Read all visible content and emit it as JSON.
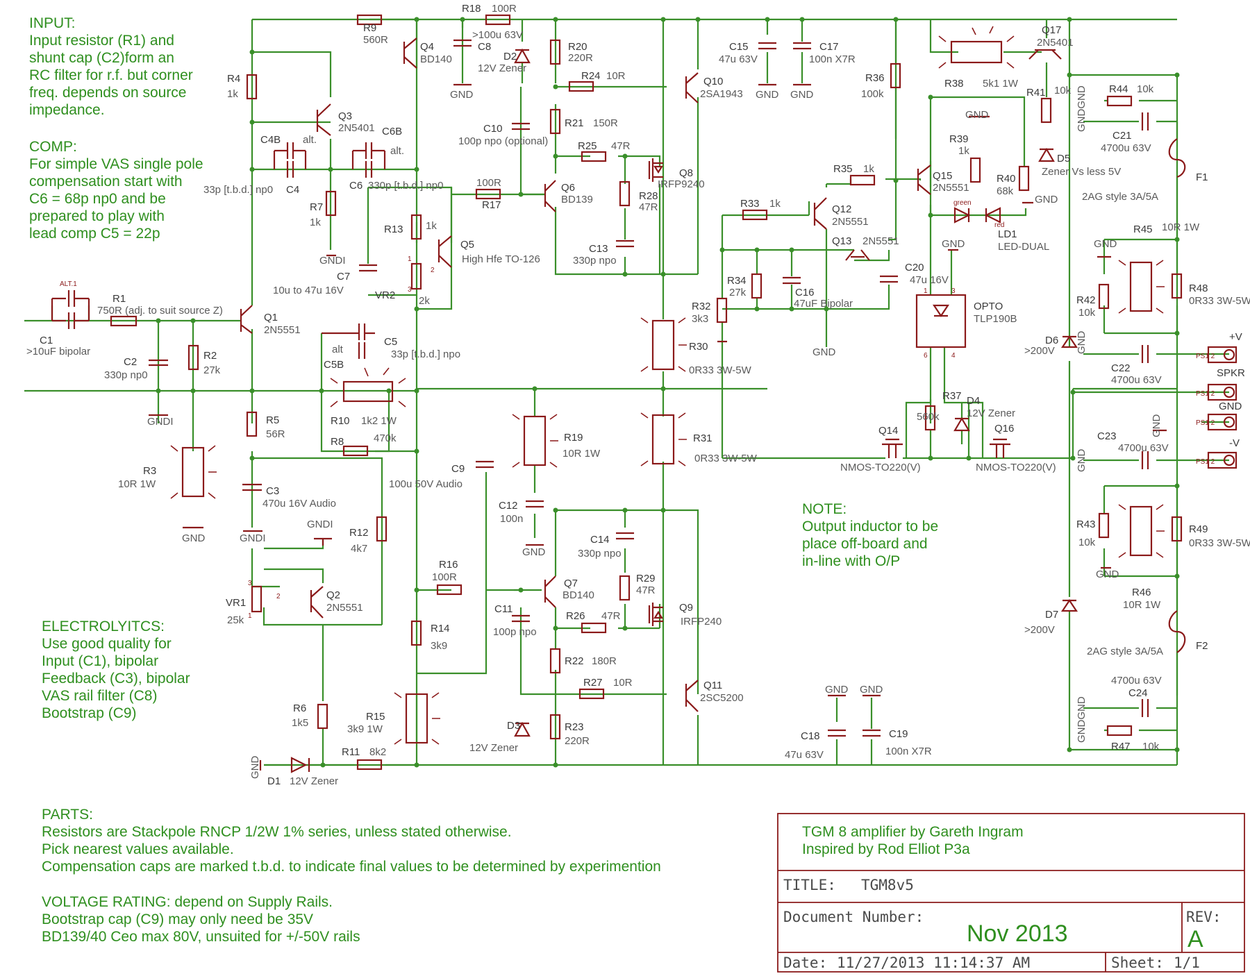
{
  "notes": {
    "input": [
      "INPUT:",
      "Input resistor (R1) and",
      "shunt cap (C2)form an",
      "RC filter for r.f. but corner",
      "freq. depends on source",
      "impedance."
    ],
    "comp": [
      "COMP:",
      "For simple VAS single pole",
      "compensation start with",
      "C6 = 68p np0 and be",
      "prepared to play with",
      "lead comp C5 = 22p"
    ],
    "electrolytics": [
      "ELECTROLYITCS:",
      "Use good quality for",
      "Input (C1), bipolar",
      "Feedback (C3), bipolar",
      "VAS rail filter (C8)",
      "Bootstrap (C9)"
    ],
    "parts": [
      "PARTS:",
      "Resistors are Stackpole RNCP 1/2W 1% series, unless stated otherwise.",
      "Pick nearest values available.",
      "Compensation caps are marked t.b.d. to indicate final values to be determined by experimention"
    ],
    "voltage": [
      "VOLTAGE RATING: depend on Supply Rails.",
      "Bootstrap cap (C9) may only need be 35V",
      "BD139/40 Ceo max 80V, unsuited for +/-50V rails"
    ],
    "output": [
      "NOTE:",
      "Output inductor to be",
      "place off-board and",
      " in-line with O/P"
    ]
  },
  "title_block": {
    "author_line": "TGM 8  amplifier by Gareth Ingram",
    "inspired_line": "Inspired by Rod Elliot P3a",
    "title_label": "TITLE:",
    "title_value": "TGM8v5",
    "docnum_label": "Document Number:",
    "docnum_value": "Nov 2013",
    "rev_label": "REV:",
    "rev_value": "A",
    "date_label": "Date:",
    "date_value": "11/27/2013 11:14:37 AM",
    "sheet_label": "Sheet:",
    "sheet_value": "1/1"
  },
  "components": {
    "R1": [
      "R1",
      "750R (adj. to suit source Z)"
    ],
    "C1": [
      "C1",
      ">10uF bipolar",
      "ALT.1"
    ],
    "C2": [
      "C2",
      "330p np0"
    ],
    "R2": [
      "R2",
      "27k"
    ],
    "R3": [
      "R3",
      "10R 1W"
    ],
    "Q1": [
      "Q1",
      "2N5551"
    ],
    "R4": [
      "R4",
      "1k"
    ],
    "R5": [
      "R5",
      "56R"
    ],
    "C3": [
      "C3",
      "470u 16V Audio"
    ],
    "Q3": [
      "Q3",
      "2N5401"
    ],
    "Q4": [
      "Q4",
      "BD140"
    ],
    "R9": [
      "R9",
      "560R"
    ],
    "C4": [
      "C4B",
      "alt.",
      "C4",
      "33p [t.b.d.] np0"
    ],
    "C6": [
      "C6B",
      "alt.",
      "C6",
      "330p [t.b.d.] np0"
    ],
    "R7": [
      "R7",
      "1k"
    ],
    "C7": [
      "C7",
      "10u to 47u 16V"
    ],
    "VR2": [
      "VR2",
      "2k",
      "1",
      "2",
      "3"
    ],
    "R13": [
      "R13",
      "1k"
    ],
    "Q5": [
      "Q5",
      "High Hfe TO-126"
    ],
    "C5": [
      "C5",
      "alt",
      "C5B",
      "33p [t.b.d.]  npo"
    ],
    "R10": [
      "R10",
      "1k2 1W"
    ],
    "R8": [
      "R8",
      "470k"
    ],
    "C9": [
      "C9",
      "100u 50V Audio"
    ],
    "R12": [
      "R12",
      "4k7"
    ],
    "VR1": [
      "VR1",
      "25k",
      "1",
      "2",
      "3"
    ],
    "Q2": [
      "Q2",
      "2N5551"
    ],
    "R14": [
      "R14",
      "3k9"
    ],
    "R15": [
      "R15",
      "3k9 1W"
    ],
    "R6": [
      "R6",
      "1k5"
    ],
    "R11": [
      "R11",
      "8k2"
    ],
    "D1": [
      "D1",
      "12V Zener"
    ],
    "R18": [
      "R18",
      "100R"
    ],
    "C8": [
      "C8",
      ">100u 63V"
    ],
    "D2": [
      "D2",
      "12V Zener"
    ],
    "R20": [
      "R20",
      "220R"
    ],
    "R24": [
      "R24",
      "10R"
    ],
    "R21": [
      "R21",
      "150R"
    ],
    "C10": [
      "C10",
      "100p npo (optional)"
    ],
    "R17": [
      "R17",
      "100R"
    ],
    "Q6": [
      "Q6",
      "BD139"
    ],
    "R25": [
      "R25",
      "47R"
    ],
    "R28": [
      "R28",
      "47R"
    ],
    "C13": [
      "C13",
      "330p npo"
    ],
    "Q8": [
      "Q8",
      "IRFP9240"
    ],
    "Q10": [
      "Q10",
      "2SA1943"
    ],
    "R30": [
      "R30",
      "0R33 3W-5W"
    ],
    "R31": [
      "R31",
      "0R33 3W-5W"
    ],
    "R19": [
      "R19",
      "10R 1W"
    ],
    "C12": [
      "C12",
      "100n"
    ],
    "R16": [
      "R16",
      "100R"
    ],
    "Q7": [
      "Q7",
      "BD140"
    ],
    "C11": [
      "C11",
      "100p npo"
    ],
    "C14": [
      "C14",
      "330p npo"
    ],
    "R29": [
      "R29",
      "47R"
    ],
    "R26": [
      "R26",
      "47R"
    ],
    "Q9": [
      "Q9",
      "IRFP240"
    ],
    "R22": [
      "R22",
      "180R"
    ],
    "R27": [
      "R27",
      "10R"
    ],
    "Q11": [
      "Q11",
      "2SC5200"
    ],
    "D3": [
      "D3",
      "12V Zener"
    ],
    "R23": [
      "R23",
      "220R"
    ],
    "C15": [
      "C15",
      "47u 63V"
    ],
    "C17": [
      "C17",
      "100n X7R"
    ],
    "C18": [
      "C18",
      "47u 63V"
    ],
    "C19": [
      "C19",
      "100n X7R"
    ],
    "R36": [
      "R36",
      "100k"
    ],
    "R35": [
      "R35",
      "1k"
    ],
    "R33": [
      "R33",
      "1k"
    ],
    "Q12": [
      "Q12",
      "2N5551"
    ],
    "Q13": [
      "Q13",
      "2N5551"
    ],
    "R34": [
      "R34",
      "27k"
    ],
    "C16": [
      "C16",
      "47uF Bipolar"
    ],
    "R32": [
      "R32",
      "3k3"
    ],
    "C20": [
      "C20",
      "47u 16V"
    ],
    "Q15": [
      "Q15",
      "2N5551"
    ],
    "R39": [
      "R39",
      "1k"
    ],
    "R40": [
      "R40",
      "68k"
    ],
    "LD1": [
      "LD1",
      "LED-DUAL",
      "green",
      "red"
    ],
    "R38": [
      "R38",
      "5k1 1W"
    ],
    "Q17": [
      "Q17",
      "2N5401"
    ],
    "R41": [
      "R41",
      "10k"
    ],
    "D5": [
      "D5",
      "Zener Vs less 5V"
    ],
    "OPTO": [
      "OPTO",
      "TLP190B",
      "1",
      "3",
      "6",
      "4"
    ],
    "R37": [
      "R37",
      "560k"
    ],
    "D4": [
      "D4",
      "12V Zener"
    ],
    "Q14": [
      "Q14",
      "NMOS-TO220(V)"
    ],
    "Q16": [
      "Q16",
      "NMOS-TO220(V)"
    ],
    "R44": [
      "R44",
      "10k"
    ],
    "C21": [
      "C21",
      "4700u 63V"
    ],
    "F1": [
      "F1",
      "2AG style 3A/5A"
    ],
    "R45": [
      "R45",
      "10R 1W"
    ],
    "R42": [
      "R42",
      "10k"
    ],
    "R48": [
      "R48",
      "0R33 3W-5W"
    ],
    "D6": [
      "D6",
      ">200V"
    ],
    "C22": [
      "C22",
      "4700u 63V"
    ],
    "C23": [
      "C23",
      "4700u 63V"
    ],
    "R43": [
      "R43",
      "10k"
    ],
    "R49": [
      "R49",
      "0R33 3W-5W"
    ],
    "R46": [
      "R46",
      "10R 1W"
    ],
    "D7": [
      "D7",
      ">200V"
    ],
    "F2": [
      "F2",
      "2AG style 3A/5A"
    ],
    "C24": [
      "C24",
      "4700u 63V"
    ],
    "R47": [
      "R47",
      "10k"
    ]
  },
  "connectors": {
    "pos": [
      "+V",
      "PS1 2"
    ],
    "spkr": [
      "SPKR",
      "PS1 2"
    ],
    "gnd": [
      "GND",
      "PS1 2"
    ],
    "neg": [
      "-V",
      "PS1 2"
    ]
  },
  "supply_labels": {
    "gnd": "GND",
    "gndi": "GNDI",
    "gndgnd": "GNDGND"
  }
}
